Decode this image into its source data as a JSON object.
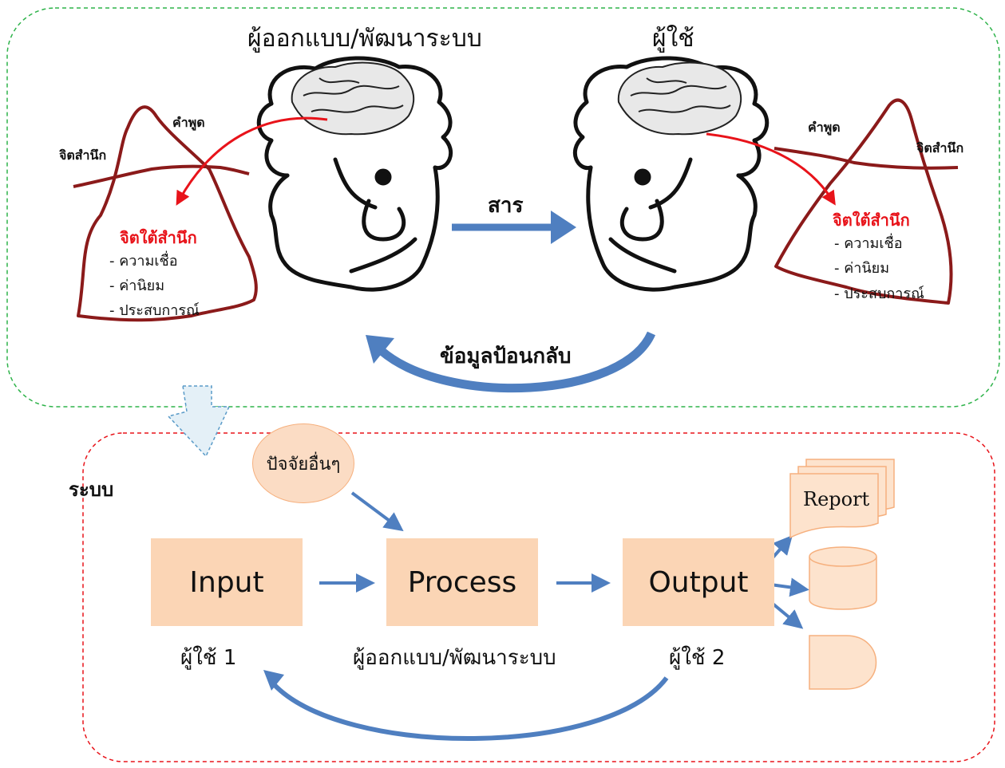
{
  "top": {
    "designer_title": "ผู้ออกแบบ/พัฒนาระบบ",
    "user_title": "ผู้ใช้",
    "message_label": "สาร",
    "feedback_label": "ข้อมูลป้อนกลับ",
    "left_mind": {
      "speech": "คำพูด",
      "conscious": "จิตสำนึก",
      "subconscious": "จิตใต้สำนึก",
      "items": [
        "- ความเชื่อ",
        "- ค่านิยม",
        "- ประสบการณ์"
      ]
    },
    "right_mind": {
      "speech": "คำพูด",
      "conscious": "จิตสำนึก",
      "subconscious": "จิตใต้สำนึก",
      "items": [
        "- ความเชื่อ",
        "- ค่านิยม",
        "- ประสบการณ์"
      ]
    }
  },
  "system": {
    "label": "ระบบ",
    "other_factors": "ปัจจัยอื่นๆ",
    "boxes": {
      "input": "Input",
      "process": "Process",
      "output": "Output"
    },
    "captions": {
      "user1": "ผู้ใช้ 1",
      "designer": "ผู้ออกแบบ/พัฒนาระบบ",
      "user2": "ผู้ใช้ 2"
    },
    "report_label": "Report"
  },
  "colors": {
    "arrow_blue": "#4f7fc0",
    "box_fill": "#fbd5b5",
    "green_border": "#2eb34a",
    "red_border": "#e8131a",
    "mind_red": "#e8131a",
    "iceberg": "#8b1a1a"
  }
}
